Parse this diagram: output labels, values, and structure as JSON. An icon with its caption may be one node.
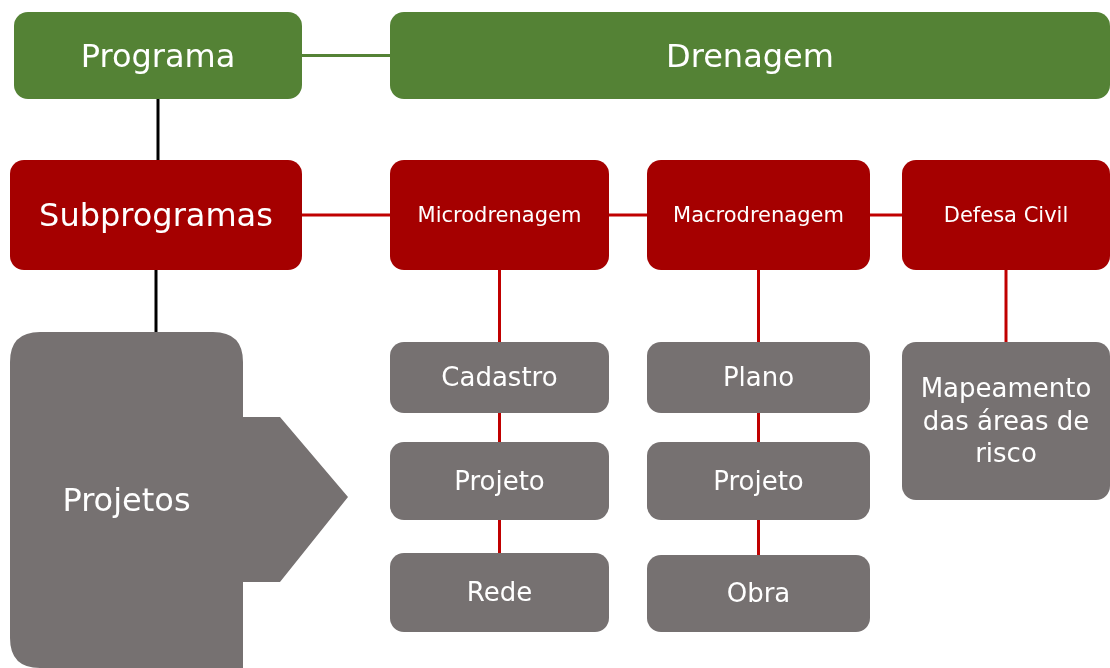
{
  "diagram": {
    "nodes": [
      {
        "text": [
          "Programa"
        ]
      },
      {
        "text": [
          "Drenagem"
        ]
      },
      {
        "text": [
          "Subprogramas"
        ]
      },
      {
        "text": [
          "Microdrenagem"
        ]
      },
      {
        "text": [
          "Macrodrenagem"
        ]
      },
      {
        "text": [
          "Defesa Civil"
        ]
      },
      {
        "text": [
          "Projetos"
        ]
      },
      {
        "text": [
          "Cadastro"
        ]
      },
      {
        "text": [
          "Projeto"
        ]
      },
      {
        "text": [
          "Rede"
        ]
      },
      {
        "text": [
          "Plano"
        ]
      },
      {
        "text": [
          "Projeto"
        ]
      },
      {
        "text": [
          "Obra"
        ]
      },
      {
        "text": [
          "Mapeamento das áreas de risco"
        ]
      }
    ],
    "edges": [
      {
        "from": 0,
        "to": 1,
        "arrow": "none",
        "color": "#548235"
      },
      {
        "from": 0,
        "to": 2,
        "arrow": "none",
        "color": "#000000"
      },
      {
        "from": 2,
        "to": 6,
        "arrow": "none",
        "color": "#000000"
      },
      {
        "from": 2,
        "to": 3,
        "arrow": "none"
      },
      {
        "from": 3,
        "to": 4,
        "arrow": "none"
      },
      {
        "from": 4,
        "to": 5,
        "arrow": "none"
      },
      {
        "from": 3,
        "to": 7,
        "arrow": "none"
      },
      {
        "from": 7,
        "to": 8,
        "arrow": "none"
      },
      {
        "from": 8,
        "to": 9,
        "arrow": "none"
      },
      {
        "from": 4,
        "to": 10,
        "arrow": "none"
      },
      {
        "from": 10,
        "to": 11,
        "arrow": "none"
      },
      {
        "from": 11,
        "to": 12,
        "arrow": "none"
      },
      {
        "from": 5,
        "to": 13,
        "arrow": "none"
      }
    ]
  }
}
